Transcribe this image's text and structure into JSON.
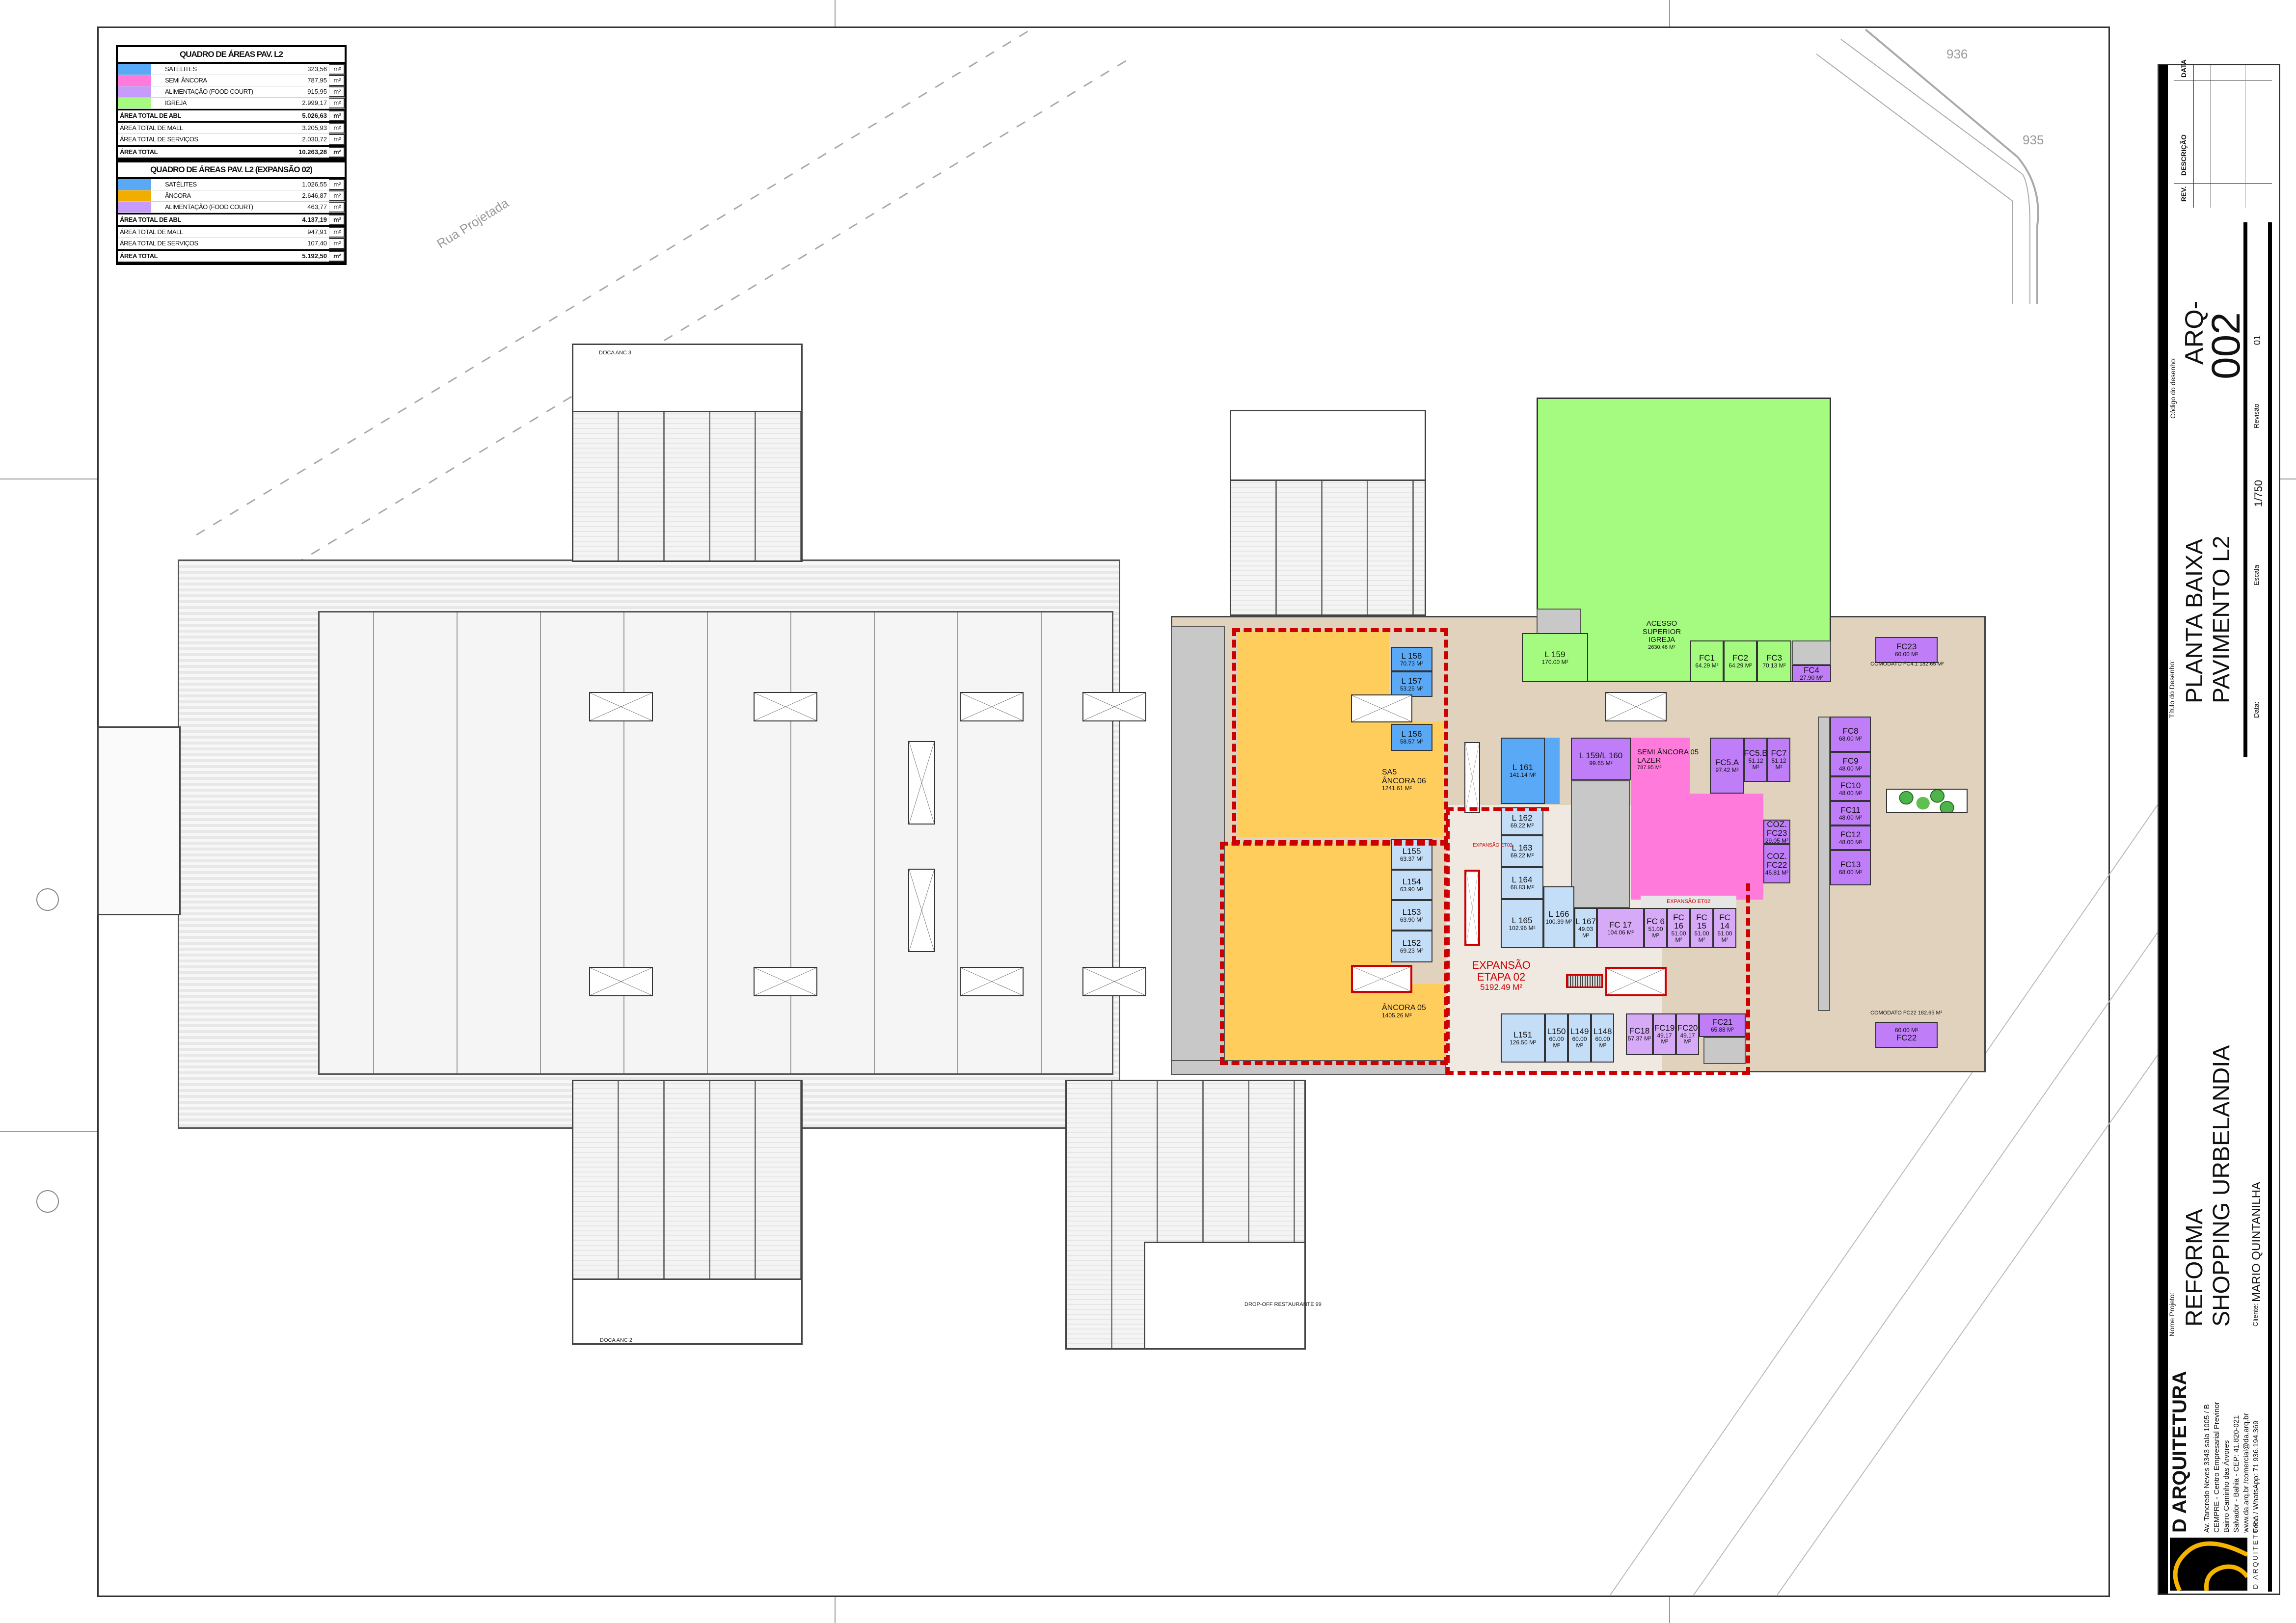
{
  "area_table_l2": {
    "title": "QUADRO DE ÁREAS PAV. L2",
    "rows": [
      {
        "label": "SATÉLITES",
        "value": "323,56",
        "unit": "m²",
        "color": "#5aa9f6"
      },
      {
        "label": "SEMI ÂNCORA",
        "value": "787,95",
        "unit": "m²",
        "color": "#ff7adb"
      },
      {
        "label": "ALIMENTAÇÃO (FOOD COURT)",
        "value": "915,95",
        "unit": "m²",
        "color": "#c79bfb"
      },
      {
        "label": "IGREJA",
        "value": "2.999,17",
        "unit": "m²",
        "color": "#a4fb80"
      }
    ],
    "abl": {
      "label": "ÁREA TOTAL DE ABL",
      "value": "5.026,63",
      "unit": "m²"
    },
    "mall": {
      "label": "ÁREA TOTAL DE MALL",
      "value": "3.205,93",
      "unit": "m²"
    },
    "servicos": {
      "label": "ÁREA TOTAL DE SERVIÇOS",
      "value": "2.030,72",
      "unit": "m²"
    },
    "total": {
      "label": "ÁREA TOTAL",
      "value": "10.263,28",
      "unit": "m²"
    }
  },
  "area_table_exp": {
    "title": "QUADRO DE ÁREAS PAV. L2 (EXPANSÃO 02)",
    "rows": [
      {
        "label": "SATÉLITES",
        "value": "1.026,55",
        "unit": "m²",
        "color": "#5aa9f6"
      },
      {
        "label": "ÂNCORA",
        "value": "2.646,87",
        "unit": "m²",
        "color": "#f0ae00"
      },
      {
        "label": "ALIMENTAÇÃO (FOOD COURT)",
        "value": "463,77",
        "unit": "m²",
        "color": "#c79bfb"
      }
    ],
    "abl": {
      "label": "ÁREA TOTAL DE ABL",
      "value": "4.137,19",
      "unit": "m²"
    },
    "mall": {
      "label": "ÁREA TOTAL DE MALL",
      "value": "947,91",
      "unit": "m²"
    },
    "servicos": {
      "label": "ÁREA TOTAL DE SERVIÇOS",
      "value": "107,40",
      "unit": "m²"
    },
    "total": {
      "label": "ÁREA TOTAL",
      "value": "5.192,50",
      "unit": "m²"
    }
  },
  "site": {
    "road_label": "Rua Projetada",
    "contour_936": "936",
    "contour_935": "935",
    "dock_anc3": "DOCA ANC 3",
    "dock_anc2": "DOCA ANC 2",
    "dropoff": "DROP-OFF RESTAURANTE 99"
  },
  "units": {
    "l158": {
      "name": "L 158",
      "area": "70.73 M²"
    },
    "l157": {
      "name": "L 157",
      "area": "53.25 M²"
    },
    "l156": {
      "name": "L 156",
      "area": "58.57 M²"
    },
    "l159": {
      "name": "L 159",
      "area": "170.00 M²"
    },
    "l161": {
      "name": "L 161",
      "area": "141.14 M²"
    },
    "l159_160": {
      "name": "L 159/L 160",
      "area": "99.65 M²"
    },
    "sa5": {
      "name": "SA5",
      "sub": "ÂNCORA 06",
      "area": "1241.61 M²"
    },
    "anc05": {
      "name": "ÂNCORA 05",
      "area": "1405.26 M²"
    },
    "l155": {
      "name": "L155",
      "area": "63.37 M²"
    },
    "l154": {
      "name": "L154",
      "area": "63.90 M²"
    },
    "l153": {
      "name": "L153",
      "area": "63.90 M²"
    },
    "l152": {
      "name": "L152",
      "area": "69.23 M²"
    },
    "l162": {
      "name": "L 162",
      "area": "69.22 M²"
    },
    "l163": {
      "name": "L 163",
      "area": "69.22 M²"
    },
    "l164": {
      "name": "L 164",
      "area": "68.83 M²"
    },
    "l165": {
      "name": "L 165",
      "area": "102.96 M²"
    },
    "l166": {
      "name": "L 166",
      "area": "100.39 M²"
    },
    "l167": {
      "name": "L 167",
      "area": "49.03 M²"
    },
    "semi05": {
      "name": "SEMI ÂNCORA 05",
      "sub": "LAZER",
      "area": "787.95 M²"
    },
    "fc5a": {
      "name": "FC5.A",
      "area": "97.42 M²"
    },
    "fc5b": {
      "name": "FC5.B",
      "area": "51.12 M²"
    },
    "fc7": {
      "name": "FC7",
      "area": "51.12 M²"
    },
    "coz23": {
      "name": "COZ. FC23",
      "area": "29.05 M²"
    },
    "coz22": {
      "name": "COZ. FC22",
      "area": "45.81 M²"
    },
    "fc17": {
      "name": "FC 17",
      "area": "104.06 M²"
    },
    "fc6": {
      "name": "FC 6",
      "area": "51.00 M²"
    },
    "fc16": {
      "name": "FC 16",
      "area": "51.00 M²"
    },
    "fc15": {
      "name": "FC 15",
      "area": "51.00 M²"
    },
    "fc14": {
      "name": "FC 14",
      "area": "51.00 M²"
    },
    "igreja": {
      "name": "ACESSO SUPERIOR IGREJA",
      "area": "2630.46 M²"
    },
    "fc1": {
      "name": "FC1",
      "area": "64.29 M²"
    },
    "fc2": {
      "name": "FC2",
      "area": "64.29 M²"
    },
    "fc3": {
      "name": "FC3",
      "area": "70.13 M²"
    },
    "fc4": {
      "name": "FC4",
      "area": "27.90 M²"
    },
    "fc23": {
      "name": "FC23",
      "area": "60.00 M²"
    },
    "fc8": {
      "name": "FC8",
      "area": "68.00 M²"
    },
    "fc9": {
      "name": "FC9",
      "area": "48.00 M²"
    },
    "fc10": {
      "name": "FC10",
      "area": "48.00 M²"
    },
    "fc11": {
      "name": "FC11",
      "area": "48.00 M²"
    },
    "fc12": {
      "name": "FC12",
      "area": "48.00 M²"
    },
    "fc13": {
      "name": "FC13",
      "area": "68.00 M²"
    },
    "fc22": {
      "name": "FC22",
      "area": "60.00 M²"
    },
    "l151": {
      "name": "L151",
      "area": "126.50 M²"
    },
    "l150": {
      "name": "L150",
      "area": "60.00 M²"
    },
    "l149": {
      "name": "L149",
      "area": "60.00 M²"
    },
    "l148": {
      "name": "L148",
      "area": "60.00 M²"
    },
    "fc18": {
      "name": "FC18",
      "area": "57.37 M²"
    },
    "fc19": {
      "name": "FC19",
      "area": "49.17 M²"
    },
    "fc20": {
      "name": "FC20",
      "area": "49.17 M²"
    },
    "fc21": {
      "name": "FC21",
      "area": "65.88 M²"
    }
  },
  "annotations": {
    "comodato_fc41": "COMODATO FC4.1   182.65 M²",
    "comodato_fc22": "COMODATO FC22   182.65 M²",
    "expansao_et02": "EXPANSÃO ET02",
    "expansao_title": "EXPANSÃO",
    "expansao_etapa": "ETAPA 02",
    "expansao_area": "5192.49 M²"
  },
  "title_block": {
    "col_rev": "REV.",
    "col_desc": "DESCRIÇÃO",
    "col_data": "DATA",
    "codigo_label": "Código do desenho:",
    "codigo_prefix": "ARQ-",
    "codigo_num": "002",
    "revisao_label": "Revisão",
    "revisao_value": "01",
    "escala_label": "Escala",
    "escala_value": "1/750",
    "data_label": "Data:",
    "titulo_label": "Título do Desenho:",
    "titulo_line1": "PLANTA BAIXA",
    "titulo_line2": "PAVIMENTO L2",
    "projeto_label": "Nome Projeto:",
    "projeto_line1": "REFORMA",
    "projeto_line2": "SHOPPING URBELANDIA",
    "cliente_label": "Cliente:",
    "cliente_value": "MARIO QUINTANILHA",
    "firm_name": "D ARQUITETURA",
    "firm_logo_text": "D ARQUITETURA",
    "address": [
      "Av. Tancredo Neves 3343 sala 1005 / B",
      "CEMPRE - Centro Empresarial Previnor",
      "Bairro Caminho das Árvores",
      "Salvador - Bahia - CEP: 41.820-021",
      "www.da.arq.br /comercial@da.arq.br",
      "Fone / WhatsApp: 71  936.194.369"
    ],
    "logo_color": "#f5b400"
  }
}
